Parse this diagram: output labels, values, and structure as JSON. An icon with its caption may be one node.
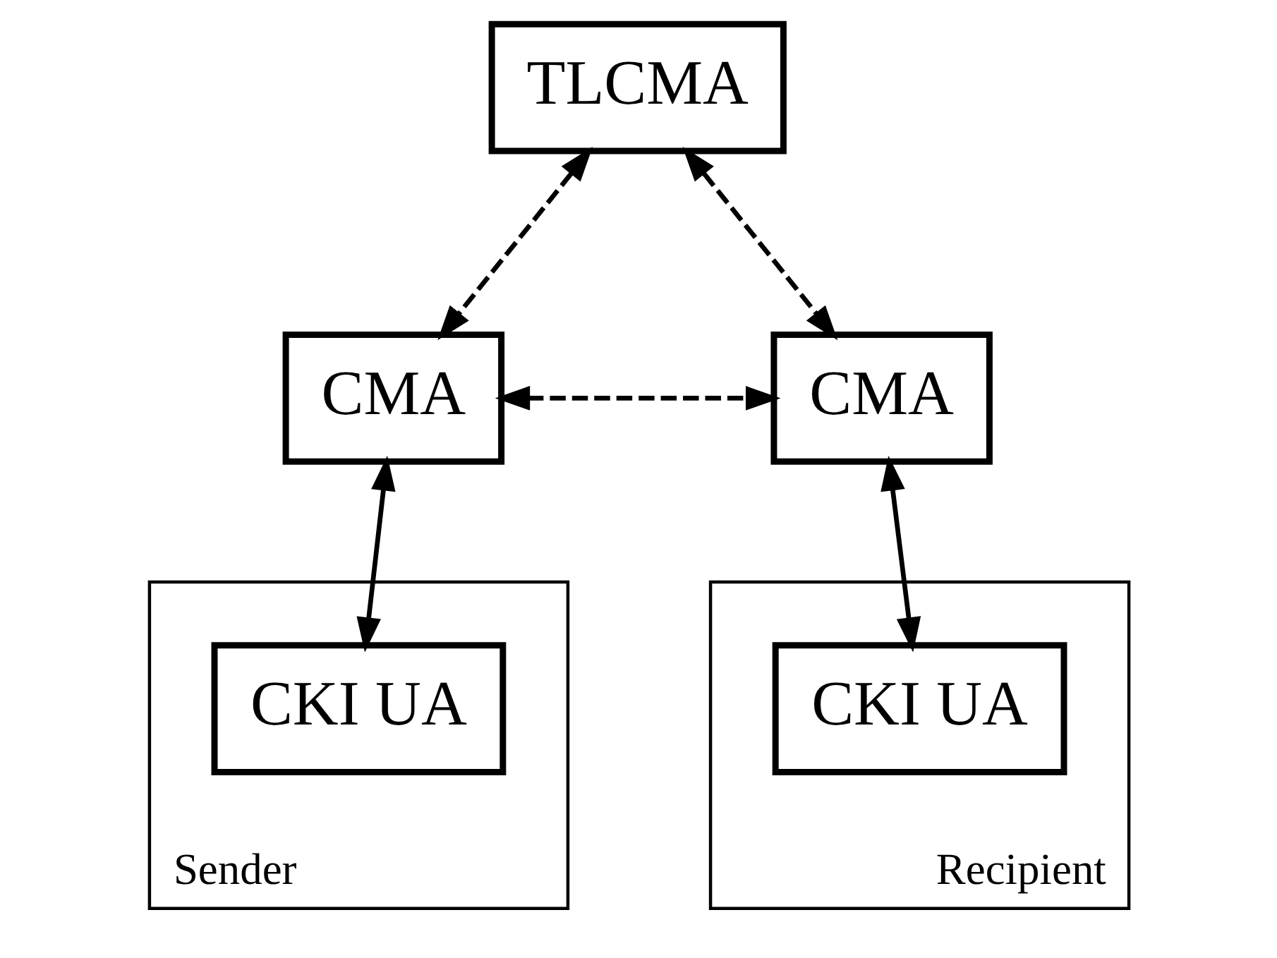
{
  "diagram": {
    "nodes": [
      {
        "text": [
          "TLCMA"
        ]
      },
      {
        "text": [
          "CMA"
        ]
      },
      {
        "text": [
          "CMA"
        ]
      },
      {
        "text": [
          "Sender"
        ]
      },
      {
        "text": [
          "CKI UA"
        ],
        "in": 3
      },
      {
        "text": [
          "Recipient"
        ]
      },
      {
        "text": [
          "CKI UA"
        ],
        "in": 5
      }
    ],
    "edges": [
      {
        "from": 0,
        "to": 1,
        "arrow": "both",
        "style": "dashed"
      },
      {
        "from": 0,
        "to": 2,
        "arrow": "both",
        "style": "dashed"
      },
      {
        "from": 1,
        "to": 2,
        "arrow": "both",
        "style": "dashed"
      },
      {
        "from": 1,
        "to": 4,
        "arrow": "both"
      },
      {
        "from": 2,
        "to": 6,
        "arrow": "both"
      }
    ]
  }
}
